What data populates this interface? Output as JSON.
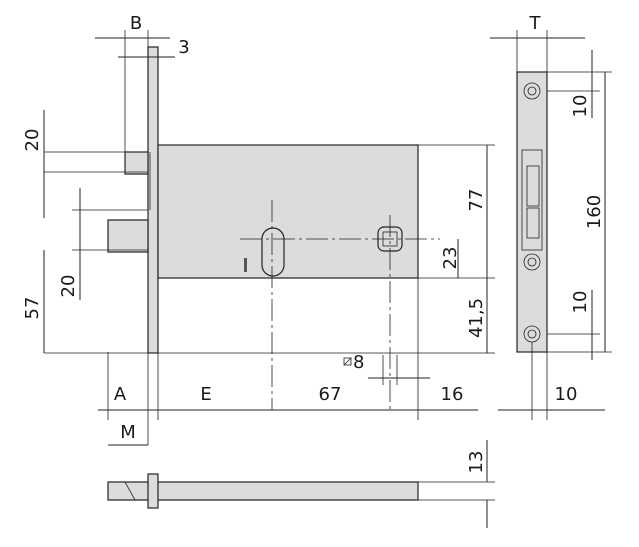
{
  "dimensions": {
    "B": "B",
    "t3": "3",
    "T": "T",
    "d20_top": "20",
    "d20_left": "20",
    "d57": "57",
    "d77": "77",
    "d23": "23",
    "d41_5": "41,5",
    "d10_top": "10",
    "d10_bottom": "10",
    "d160": "160",
    "sq8": "8",
    "A": "A",
    "E": "E",
    "d67": "67",
    "d16": "16",
    "d10_front": "10",
    "M": "M",
    "d13": "13"
  },
  "colors": {
    "body": "#dcdcdc",
    "line": "#222222"
  }
}
